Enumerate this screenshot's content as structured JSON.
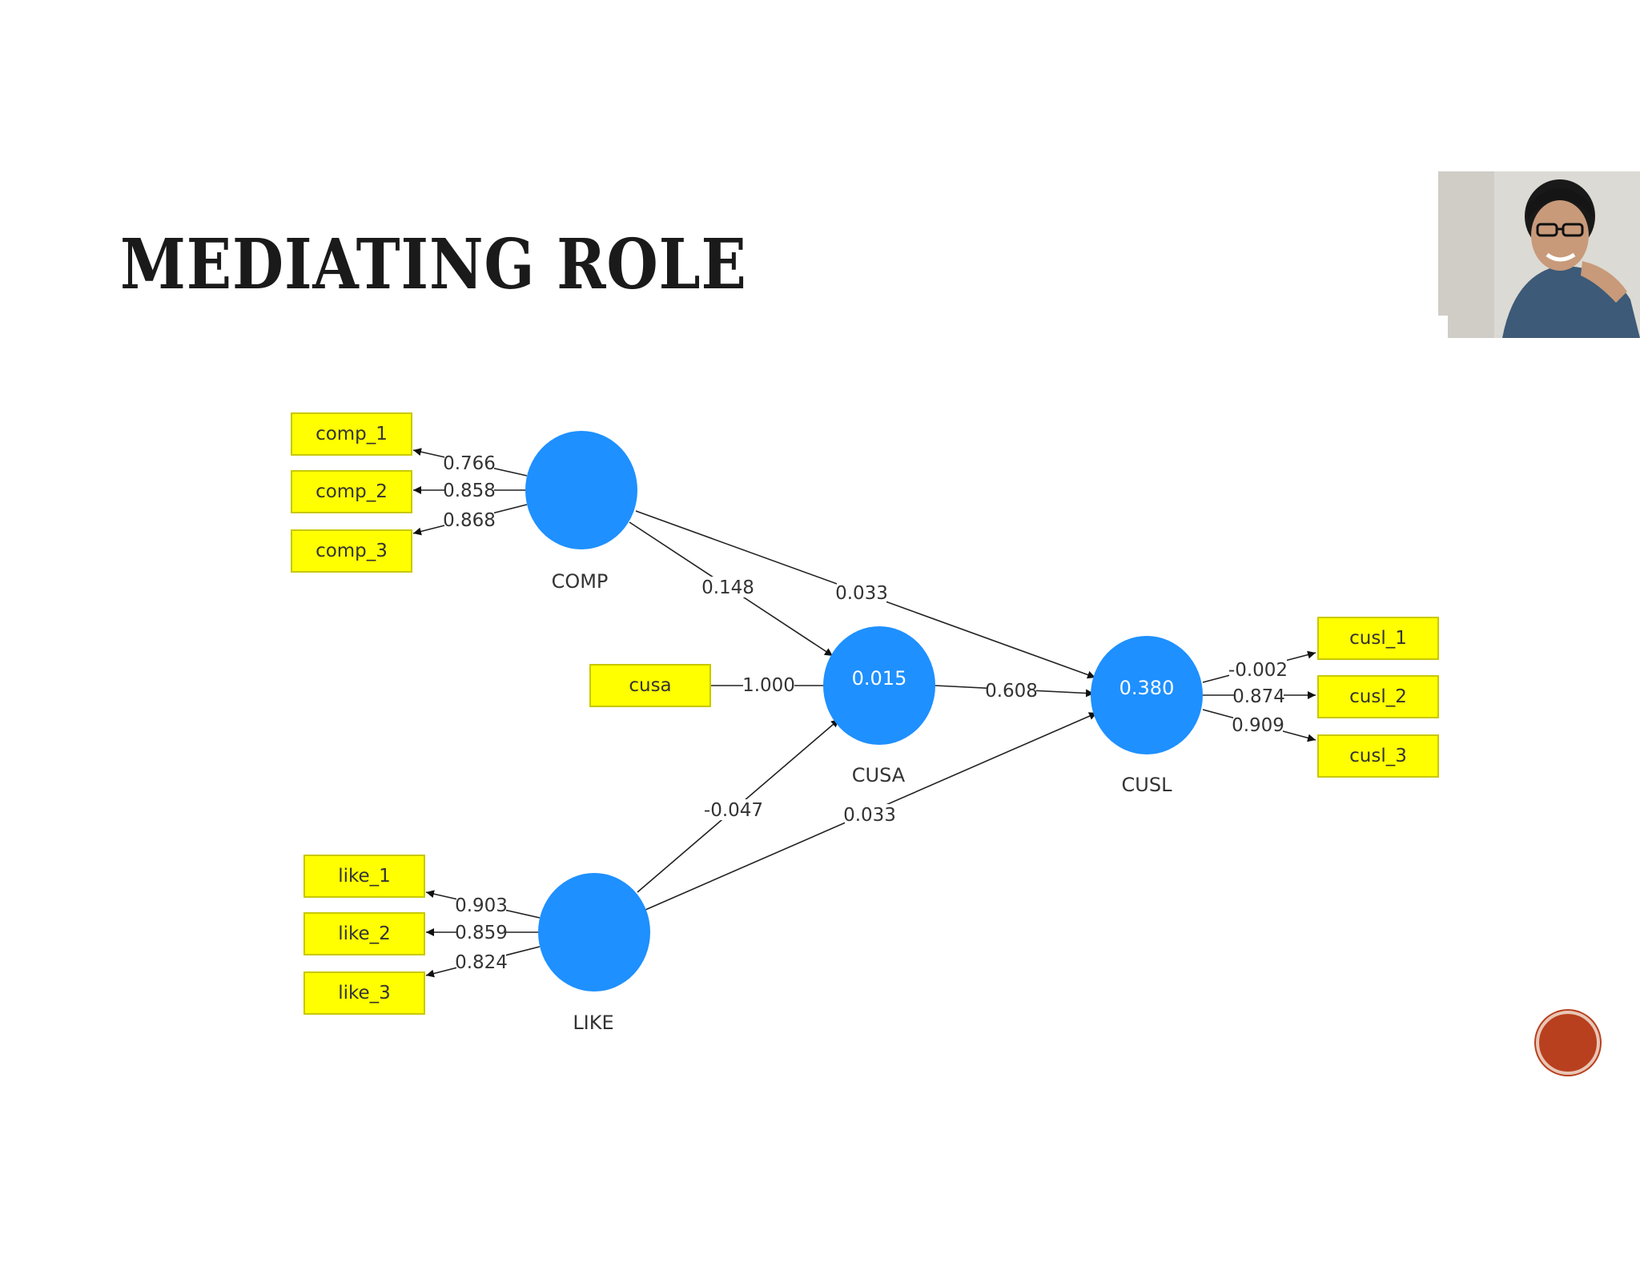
{
  "slide": {
    "title": "MEDIATING ROLE"
  },
  "constructs": {
    "comp": {
      "name": "COMP"
    },
    "like": {
      "name": "LIKE"
    },
    "cusa": {
      "name": "CUSA",
      "r2": "0.015"
    },
    "cusl": {
      "name": "CUSL",
      "r2": "0.380"
    }
  },
  "indicators": {
    "comp_1": "comp_1",
    "comp_2": "comp_2",
    "comp_3": "comp_3",
    "like_1": "like_1",
    "like_2": "like_2",
    "like_3": "like_3",
    "cusa": "cusa",
    "cusl_1": "cusl_1",
    "cusl_2": "cusl_2",
    "cusl_3": "cusl_3"
  },
  "loadings": {
    "comp_1": "0.766",
    "comp_2": "0.858",
    "comp_3": "0.868",
    "like_1": "0.903",
    "like_2": "0.859",
    "like_3": "0.824",
    "cusa": "1.000",
    "cusl_1": "-0.002",
    "cusl_2": "0.874",
    "cusl_3": "0.909"
  },
  "paths": {
    "comp_cusa": "0.148",
    "comp_cusl": "0.033",
    "like_cusa": "-0.047",
    "like_cusl": "0.033",
    "cusa_cusl": "0.608"
  },
  "colors": {
    "construct": "#1e90ff",
    "indicator_fill": "#ffff00",
    "indicator_border": "#c8c800"
  }
}
